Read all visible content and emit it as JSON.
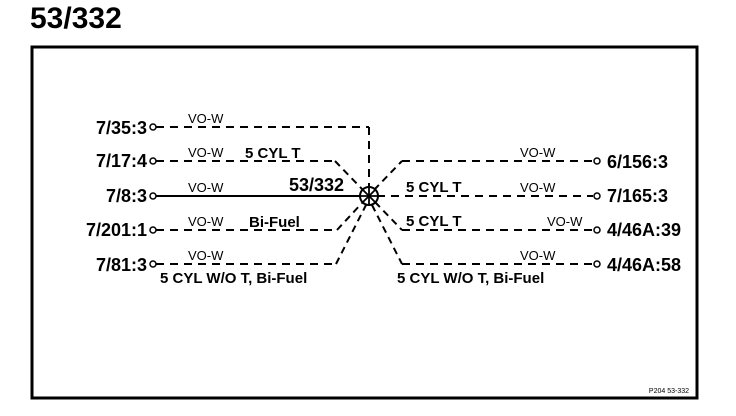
{
  "title": "53/332",
  "splice_label": "53/332",
  "reference": "P204 53-332",
  "left": [
    {
      "terminal": "7/35:3",
      "wire": "VO-W",
      "note": ""
    },
    {
      "terminal": "7/17:4",
      "wire": "VO-W",
      "note": "5 CYL T"
    },
    {
      "terminal": "7/8:3",
      "wire": "VO-W",
      "note": ""
    },
    {
      "terminal": "7/201:1",
      "wire": "VO-W",
      "note": "Bi-Fuel"
    },
    {
      "terminal": "7/81:3",
      "wire": "VO-W",
      "note": "5 CYL W/O T, Bi-Fuel"
    }
  ],
  "right": [
    {
      "terminal": "6/156:3",
      "wire": "VO-W",
      "note": ""
    },
    {
      "terminal": "7/165:3",
      "wire": "VO-W",
      "note": "5 CYL T"
    },
    {
      "terminal": "4/46A:39",
      "wire": "VO-W",
      "note": "5 CYL T"
    },
    {
      "terminal": "4/46A:58",
      "wire": "VO-W",
      "note": "5 CYL W/O T, Bi-Fuel"
    }
  ]
}
